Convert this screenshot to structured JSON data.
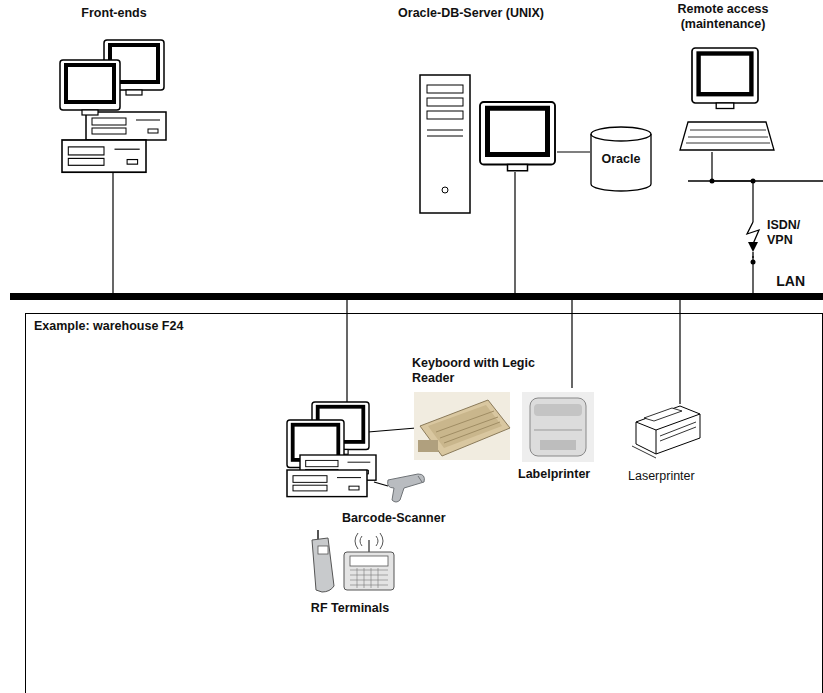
{
  "diagram": {
    "nodes": [
      {
        "text": [
          "Front-ends"
        ]
      },
      {
        "text": [
          "Oracle-DB-Server (UNIX)"
        ]
      },
      {
        "text": [
          "Oracle"
        ]
      },
      {
        "text": [
          "Remote access (maintenance)"
        ]
      },
      {
        "text": [
          "LAN"
        ]
      },
      {
        "text": [
          "Example: warehouse F24"
        ]
      },
      {
        "text": [
          "Keyboord with Legic Reader"
        ],
        "in": 5
      },
      {
        "text": [
          "Labelprinter"
        ],
        "in": 5
      },
      {
        "text": [
          "Laserprinter"
        ],
        "in": 5
      },
      {
        "text": [
          "Barcode-Scanner"
        ],
        "in": 5
      },
      {
        "text": [
          "RF Terminals"
        ],
        "in": 5
      }
    ],
    "edges": [
      {
        "from": 0,
        "to": 4,
        "arrow": "none"
      },
      {
        "from": 1,
        "to": 4,
        "arrow": "none"
      },
      {
        "from": 1,
        "to": 2,
        "arrow": "none"
      },
      {
        "from": 3,
        "to": 4,
        "label": "ISDN/ VPN",
        "arrow": "none"
      },
      {
        "from": 7,
        "to": 4,
        "arrow": "none"
      },
      {
        "from": 8,
        "to": 4,
        "arrow": "none"
      }
    ]
  }
}
